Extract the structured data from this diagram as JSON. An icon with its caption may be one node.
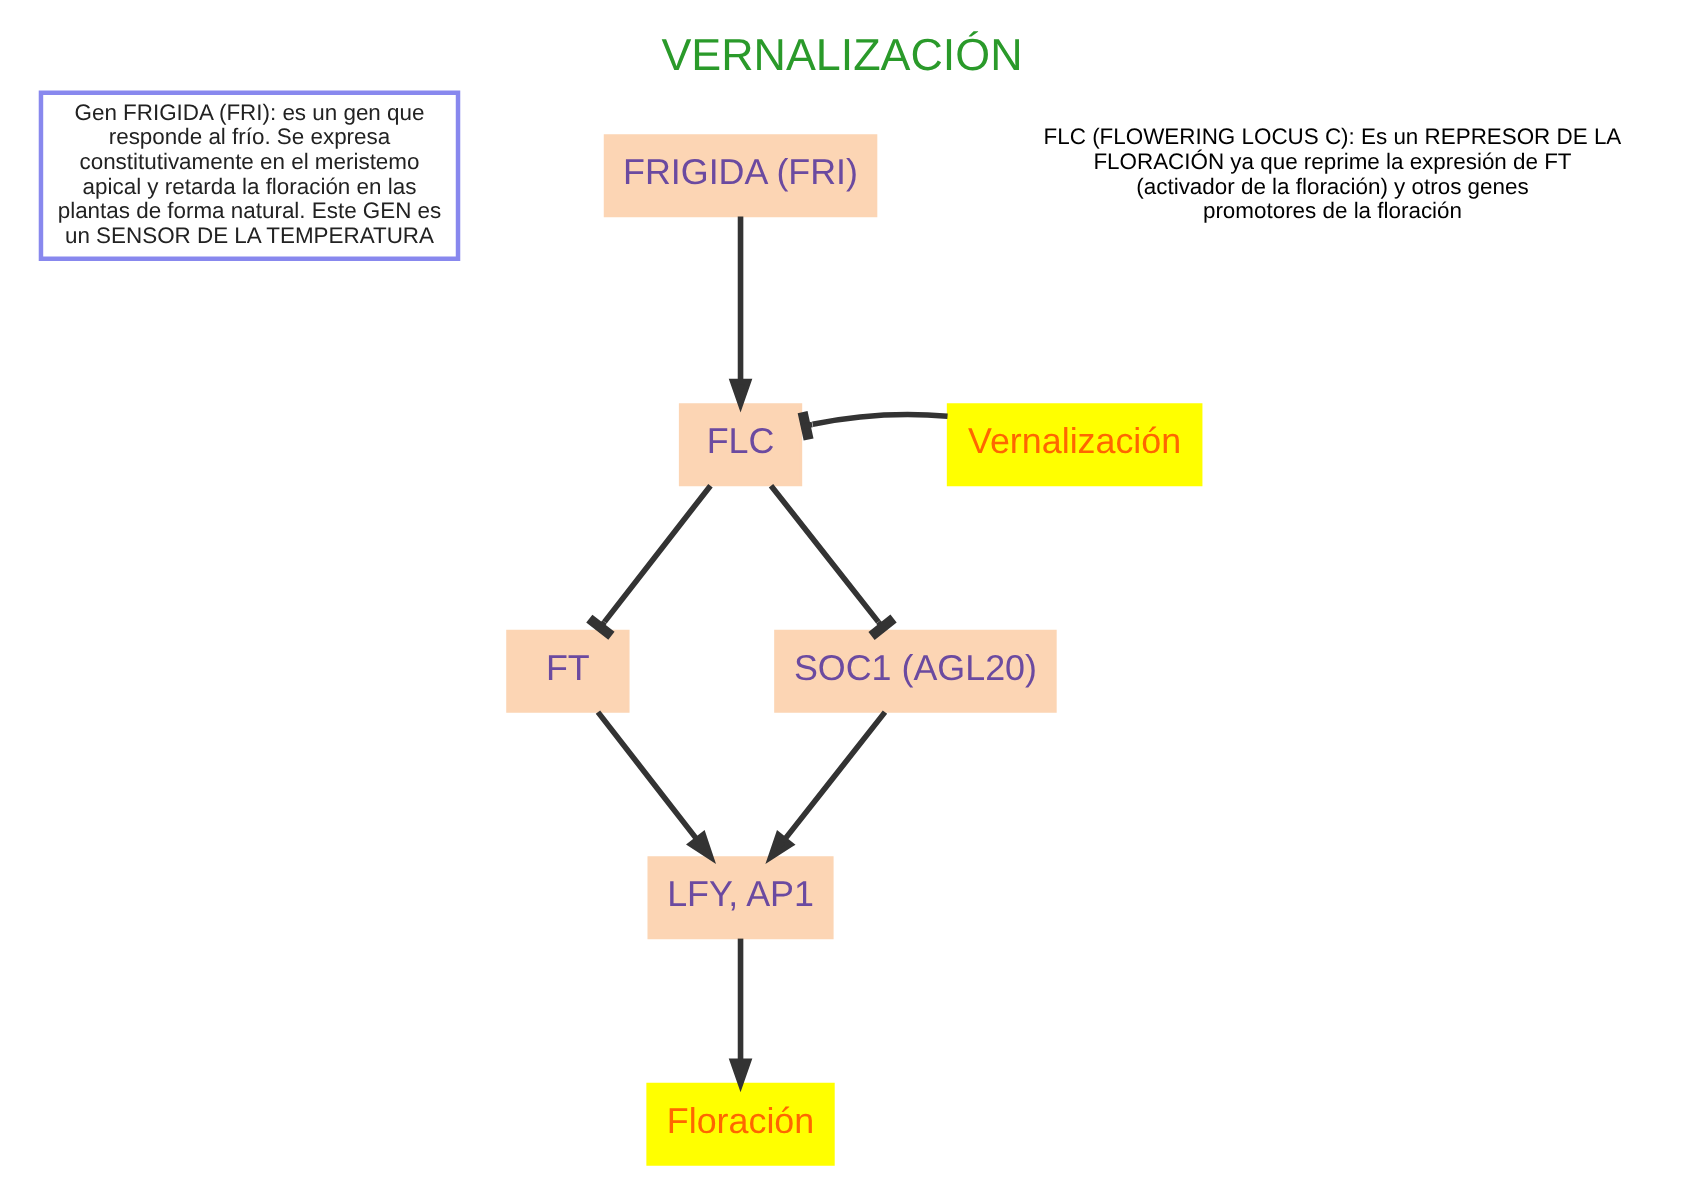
{
  "diagram": {
    "title": "VERNALIZACIÓN",
    "nodes": [
      {
        "text": [
          "FRIGIDA (FRI)"
        ]
      },
      {
        "text": [
          "Gen FRIGIDA (FRI): es un gen que responde al frío. Se expresa constitutivamente en el meristemo apical y retarda la floración en las plantas de forma natural. Este GEN es un SENSOR DE LA TEMPERATURA"
        ]
      },
      {
        "text": [
          "FLC"
        ]
      },
      {
        "text": [
          "Vernalización"
        ]
      },
      {
        "text": [
          "FT"
        ]
      },
      {
        "text": [
          "SOC1 (AGL20)"
        ]
      },
      {
        "text": [
          "LFY, AP1"
        ]
      },
      {
        "text": [
          "Floración"
        ]
      }
    ],
    "edges": [
      {
        "from": 0,
        "to": 2,
        "arrow": "to"
      },
      {
        "from": 3,
        "to": 2,
        "arrow": "other"
      },
      {
        "from": 2,
        "to": 4,
        "arrow": "other"
      },
      {
        "from": 2,
        "to": 5,
        "arrow": "other"
      },
      {
        "from": 4,
        "to": 6,
        "arrow": "to"
      },
      {
        "from": 5,
        "to": 6,
        "arrow": "to"
      },
      {
        "from": 6,
        "to": 7,
        "arrow": "to"
      }
    ],
    "labels": [
      "FLC (FLOWERING LOCUS C): Es un REPRESOR DE LA FLORACIÓN ya que reprime la expresión de FT (activador de la floración) y otros genes promotores de la floración"
    ]
  }
}
